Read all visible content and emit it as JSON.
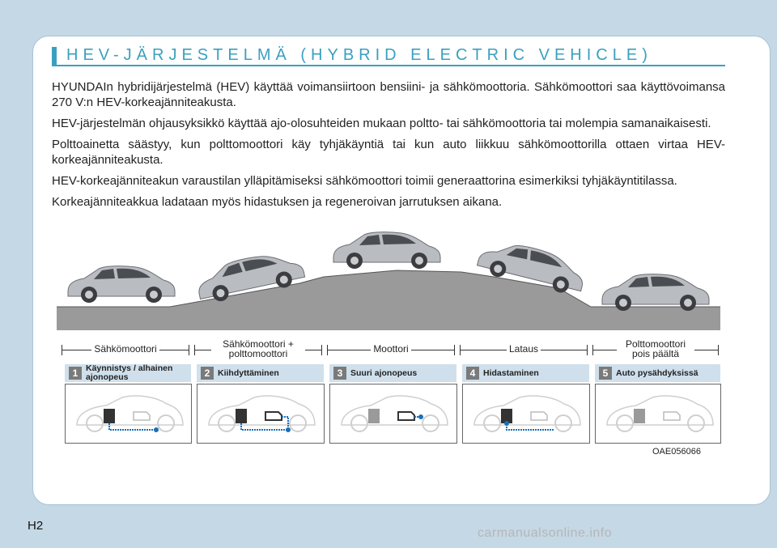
{
  "title": "HEV-JÄRJESTELMÄ (HYBRID ELECTRIC VEHICLE)",
  "paragraphs": [
    "HYUNDAIn hybridijärjestelmä (HEV) käyttää voimansiirtoon bensiini- ja sähkömoottoria. Sähkömoottori saa käyttövoimansa 270 V:n HEV-korkeajänniteakusta.",
    "HEV-järjestelmän ohjausyksikkö käyttää ajo-olosuhteiden mukaan poltto- tai sähkömoottoria tai molempia samanaikaisesti.",
    "Polttoainetta säästyy, kun polttomoottori käy tyhjäkäyntiä tai kun auto liikkuu sähkömoottorilla ottaen virtaa HEV-korkeajänniteakusta.",
    "HEV-korkeajänniteakun varaustilan ylläpitämiseksi sähkömoottori toimii generaattorina esimerkiksi tyhjäkäyntitilassa.",
    "Korkeajänniteakkua ladataan myös hidastuksen ja regeneroivan jarrutuksen aikana."
  ],
  "modes": [
    "Sähkömoottori",
    "Sähkömoottori + polttomoottori",
    "Moottori",
    "Lataus",
    "Polttomoottori pois päältä"
  ],
  "steps": [
    {
      "num": "1",
      "label": "Käynnistys / alhainen ajonopeus"
    },
    {
      "num": "2",
      "label": "Kiihdyttäminen"
    },
    {
      "num": "3",
      "label": "Suuri ajonopeus"
    },
    {
      "num": "4",
      "label": "Hidastaminen"
    },
    {
      "num": "5",
      "label": "Auto pysähdyksissä"
    }
  ],
  "image_code": "OAE056066",
  "page_number": "H2",
  "watermark": "carmanualsonline.info",
  "colors": {
    "accent": "#3aa0c0",
    "step_header": "#cfe0ec",
    "power_flow": "#1a6fb8"
  }
}
